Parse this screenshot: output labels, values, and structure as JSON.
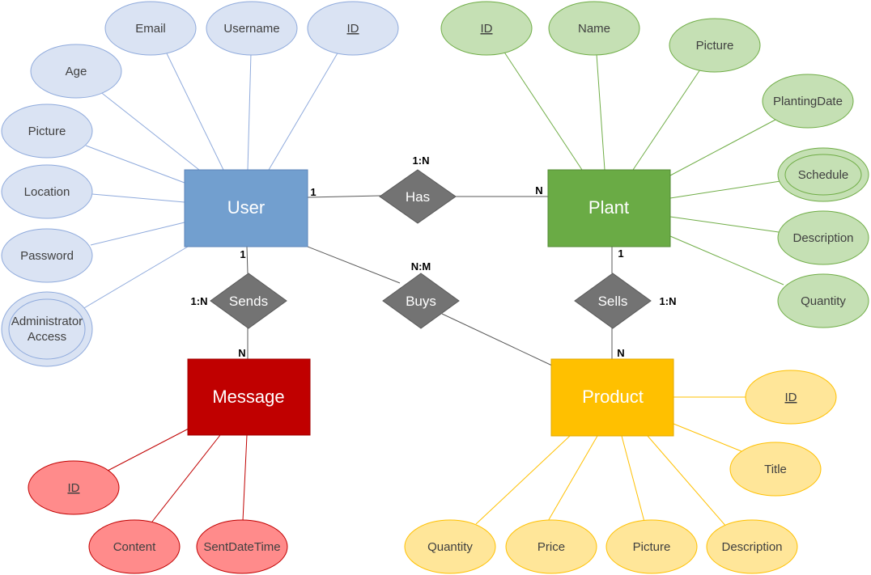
{
  "colors": {
    "user": {
      "fill": "#dae3f3",
      "stroke": "#8faadc",
      "line": "#8faadc",
      "entity": "#729fcf"
    },
    "plant": {
      "fill": "#c5e0b4",
      "stroke": "#70ad47",
      "line": "#70ad47",
      "entity": "#6aab45"
    },
    "message": {
      "fill": "#ff8b8b",
      "stroke": "#c00000",
      "line": "#c00000",
      "entity": "#c00000"
    },
    "product": {
      "fill": "#ffe699",
      "stroke": "#ffc000",
      "line": "#ffc000",
      "entity": "#ffc000"
    },
    "relationship": "#737373",
    "connector": "#595959"
  },
  "entities": {
    "user": {
      "label": "User"
    },
    "plant": {
      "label": "Plant"
    },
    "message": {
      "label": "Message"
    },
    "product": {
      "label": "Product"
    }
  },
  "relationships": {
    "has": {
      "label": "Has",
      "cardinality": "1:N",
      "left": "1",
      "right": "N"
    },
    "sends": {
      "label": "Sends",
      "cardinality": "1:N",
      "top": "1",
      "bottom": "N"
    },
    "buys": {
      "label": "Buys",
      "cardinality": "N:M"
    },
    "sells": {
      "label": "Sells",
      "cardinality": "1:N",
      "top": "1",
      "bottom": "N"
    }
  },
  "attributes": {
    "user": {
      "email": {
        "label": "Email"
      },
      "username": {
        "label": "Username"
      },
      "id": {
        "label": "ID",
        "key": true
      },
      "age": {
        "label": "Age"
      },
      "picture": {
        "label": "Picture"
      },
      "location": {
        "label": "Location"
      },
      "password": {
        "label": "Password"
      },
      "admin": {
        "line1": "Administrator",
        "line2": "Access",
        "multivalued": true
      }
    },
    "plant": {
      "id": {
        "label": "ID",
        "key": true
      },
      "name": {
        "label": "Name"
      },
      "picture": {
        "label": "Picture"
      },
      "planting_date": {
        "label": "PlantingDate"
      },
      "schedule": {
        "label": "Schedule",
        "multivalued": true
      },
      "description": {
        "label": "Description"
      },
      "quantity": {
        "label": "Quantity"
      }
    },
    "message": {
      "id": {
        "label": "ID",
        "key": true
      },
      "content": {
        "label": "Content"
      },
      "sent_date_time": {
        "label": "SentDateTime"
      }
    },
    "product": {
      "id": {
        "label": "ID",
        "key": true
      },
      "title": {
        "label": "Title"
      },
      "quantity": {
        "label": "Quantity"
      },
      "price": {
        "label": "Price"
      },
      "picture": {
        "label": "Picture"
      },
      "description": {
        "label": "Description"
      }
    }
  }
}
